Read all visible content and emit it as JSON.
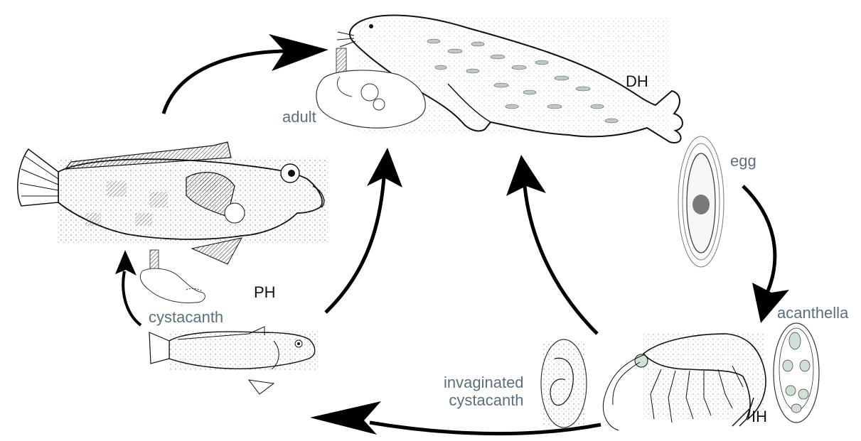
{
  "labels": {
    "adult": "adult",
    "dh": "DH",
    "egg": "egg",
    "acanthella": "acanthella",
    "ih": "IH",
    "invaginated_line1": "invaginated",
    "invaginated_line2": "cystacanth",
    "cystacanth": "cystacanth",
    "ph": "PH"
  },
  "colors": {
    "stage_label": "#5b6f7d",
    "host_label": "#111111",
    "arrow": "#000000",
    "spot": "#bcc9c4"
  },
  "icons": [
    "seal-icon",
    "adult-worm-icon",
    "egg-icon",
    "amphipod-icon",
    "acanthella-icon",
    "invaginated-cystacanth-icon",
    "small-fish-icon",
    "cystacanth-icon",
    "large-fish-icon"
  ]
}
